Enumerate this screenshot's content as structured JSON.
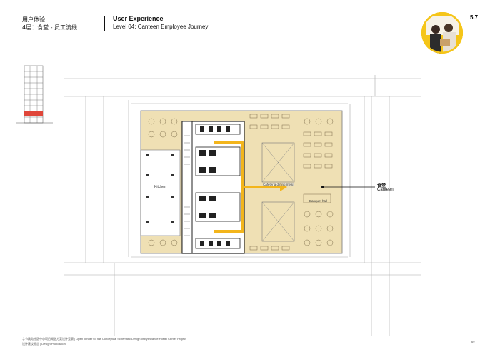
{
  "header": {
    "cn_title": "用户体验",
    "cn_subtitle": "4层：食堂 - 员工流线",
    "en_title": "User Experience",
    "en_subtitle": "Level 04: Canteen Employee Journey",
    "page_number": "5.7"
  },
  "plan": {
    "labels": {
      "kitchen": "Kitchen",
      "cafe": "Cafeteria dining meal",
      "banquet": "Banquet hall",
      "canteen_cn": "食堂",
      "canteen_en": "Canteen"
    },
    "colors": {
      "floor": "#efe0b4",
      "arrow": "#f3b51b",
      "core": "#ffffff",
      "lines": "#9a9a9a"
    }
  },
  "footer": {
    "line1": "字节跳动社区中心项目概念方案设计竞赛 | Open Tender for the Conceptual Schematic Design of ByteDance Hostel Center Project",
    "line2": "设计建议报告 | Design Proposition",
    "page": "69"
  }
}
